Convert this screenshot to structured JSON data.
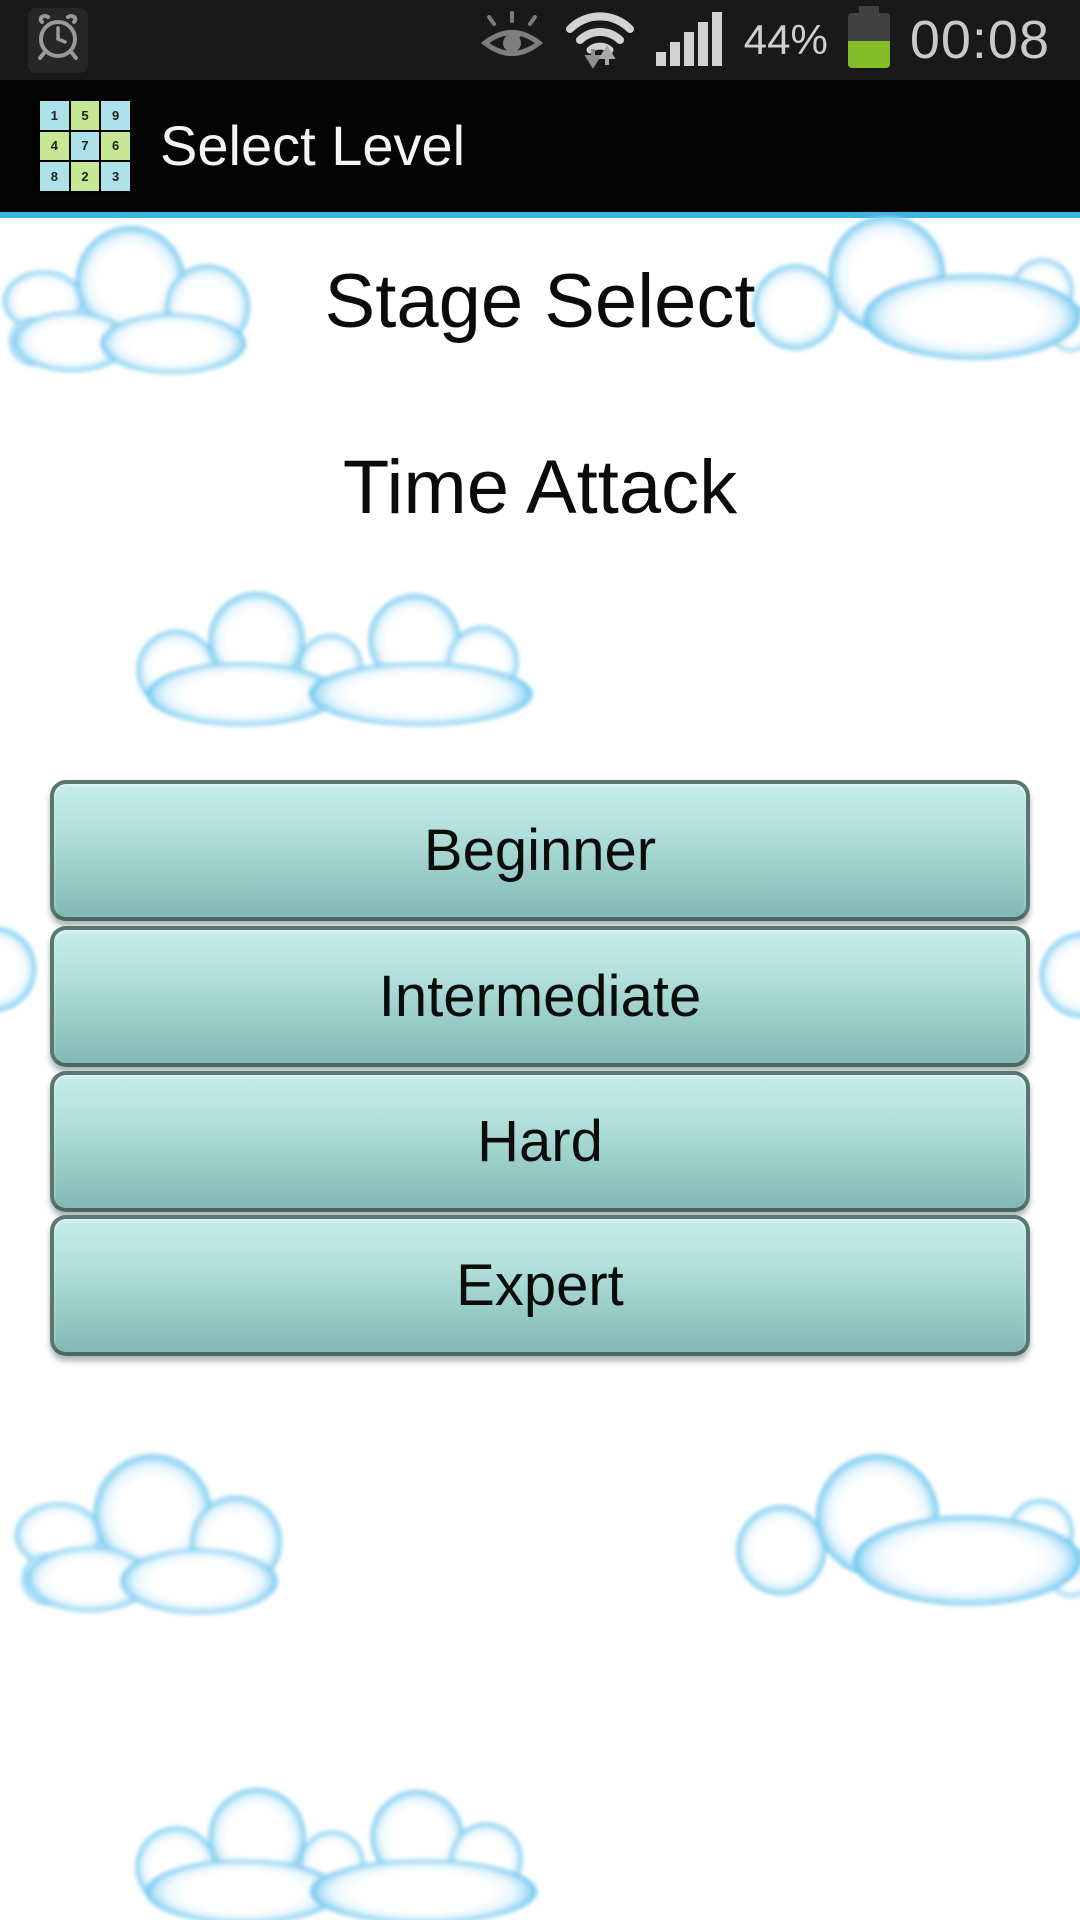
{
  "status_bar": {
    "time": "00:08",
    "battery_percent": "44%",
    "battery_level": 0.44,
    "icons": [
      "alarm-icon",
      "smart-stay-eye-icon",
      "wifi-updown-icon",
      "signal-strength-icon",
      "battery-icon"
    ]
  },
  "title_bar": {
    "title": "Select Level",
    "app_icon_grid": [
      [
        "1",
        "5",
        "9"
      ],
      [
        "4",
        "7",
        "6"
      ],
      [
        "8",
        "2",
        "3"
      ]
    ]
  },
  "content": {
    "heading1": "Stage Select",
    "heading2": "Time Attack",
    "buttons": [
      {
        "label": "Beginner"
      },
      {
        "label": "Intermediate"
      },
      {
        "label": "Hard"
      },
      {
        "label": "Expert"
      }
    ]
  },
  "colors": {
    "accent_line": "#3FB3E2",
    "status_bar_bg": "#191919",
    "title_bar_bg": "#040404",
    "battery_green": "#84BD29",
    "button_gradient_top": "#C6ECE8",
    "button_gradient_bottom": "#82B9B4",
    "button_border": "#597672",
    "cloud_outline_blue": "#5FC2EE",
    "icon_cell_blue": "#AEE2EA",
    "icon_cell_green": "#C6E793"
  }
}
